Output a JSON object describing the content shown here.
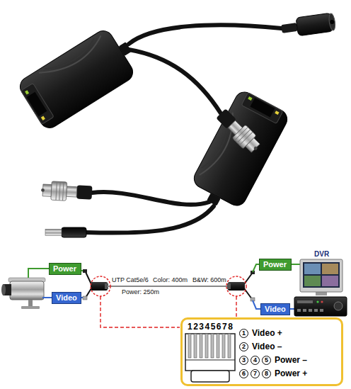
{
  "diagram": {
    "nodes": [
      {
        "text": [
          "Power"
        ]
      },
      {
        "text": [
          "Video"
        ]
      },
      {
        "text": [
          "Power"
        ]
      },
      {
        "text": [
          "Video"
        ]
      },
      {
        "text": [
          "12345678",
          "Video +",
          "Video –",
          "Power –",
          "Power +"
        ]
      }
    ],
    "labels": [
      "UTP Cat5e/6",
      "Color: 400m",
      "B&W: 600m",
      "Power: 250m",
      "DVR",
      "1",
      "2",
      "3",
      "4",
      "5",
      "6",
      "7",
      "8"
    ]
  }
}
